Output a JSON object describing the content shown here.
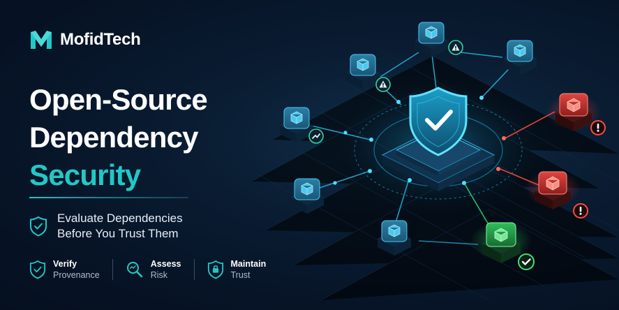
{
  "brand": {
    "name": "MofidTech",
    "logo_icon": "m-logo-icon"
  },
  "headline": {
    "line1": "Open-Source",
    "line2": "Dependency",
    "line3": "Security"
  },
  "tagline": {
    "line1": "Evaluate Dependencies",
    "line2": "Before You Trust Them",
    "icon": "shield-check-icon"
  },
  "features": [
    {
      "title": "Verify",
      "subtitle": "Provenance",
      "icon": "shield-check-icon"
    },
    {
      "title": "Assess",
      "subtitle": "Risk",
      "icon": "magnifier-icon"
    },
    {
      "title": "Maintain",
      "subtitle": "Trust",
      "icon": "shield-lock-icon"
    }
  ],
  "colors": {
    "accent": "#22c8c5",
    "safe_node": "#2aa8d8",
    "danger_node": "#e0453f",
    "verified_node": "#2fbf5a",
    "warning_badge": "#2fbf8a"
  }
}
